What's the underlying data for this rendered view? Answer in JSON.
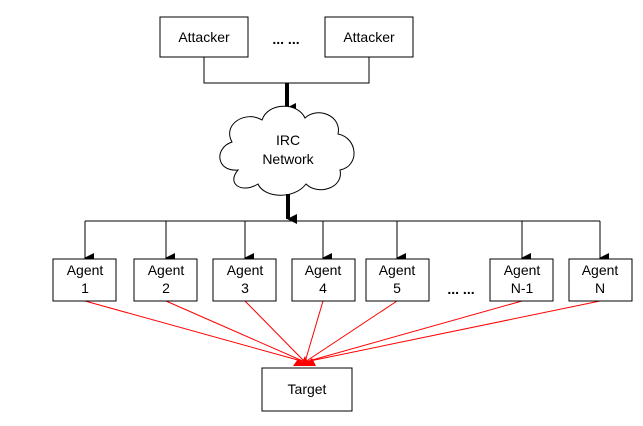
{
  "attackers": {
    "first": "Attacker",
    "last": "Attacker",
    "ellipsis": "... ..."
  },
  "network": {
    "line1": "IRC",
    "line2": "Network"
  },
  "agents": [
    {
      "line1": "Agent",
      "line2": "1"
    },
    {
      "line1": "Agent",
      "line2": "2"
    },
    {
      "line1": "Agent",
      "line2": "3"
    },
    {
      "line1": "Agent",
      "line2": "4"
    },
    {
      "line1": "Agent",
      "line2": "5"
    },
    {
      "line1": "Agent",
      "line2": "N-1"
    },
    {
      "line1": "Agent",
      "line2": "N"
    }
  ],
  "agents_ellipsis": "... ...",
  "target": "Target",
  "colors": {
    "attack_lines": "#ff0000",
    "boxes": "#000000"
  }
}
